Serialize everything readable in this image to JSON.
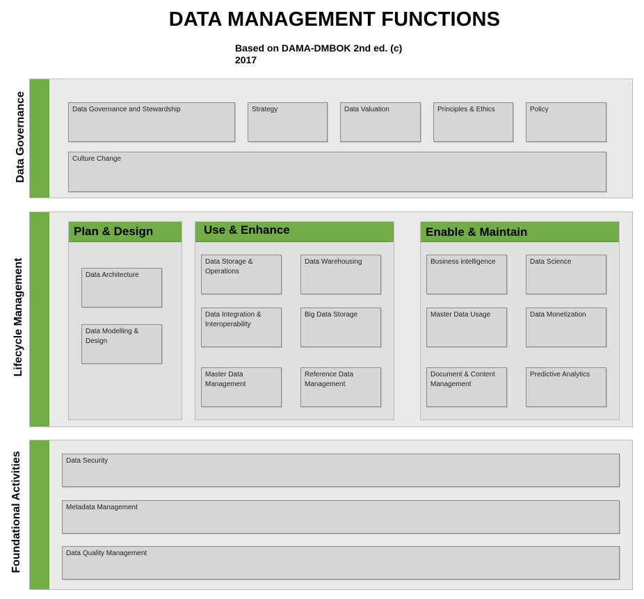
{
  "header": {
    "title": "DATA MANAGEMENT FUNCTIONS",
    "subtitle_line1": "Based on DAMA-DMBOK 2nd ed. (c)",
    "subtitle_line2": "2017"
  },
  "colors": {
    "accent": "#70ad47",
    "section_bg": "#e9e9e9",
    "box_bg": "#d6d6d6"
  },
  "governance": {
    "label": "Data Governance",
    "items": [
      "Data Governance and Stewardship",
      "Strategy",
      "Data Valuation",
      "Principles & Ethics",
      "Policy",
      "Culture Change"
    ]
  },
  "lifecycle": {
    "label": "Lifecycle Management",
    "plan": {
      "title": "Plan & Design",
      "items": [
        "Data Architecture",
        "Data Modelling & Design"
      ]
    },
    "use": {
      "title": "Use & Enhance",
      "items": [
        "Data Storage & Operations",
        "Data Warehousing",
        "Data Integration & Interoperability",
        "Big Data Storage",
        "Master Data Management",
        "Reference Data Management"
      ]
    },
    "enable": {
      "title": "Enable & Maintain",
      "items": [
        "Business intelligence",
        "Data Science",
        "Master Data Usage",
        "Data Monetization",
        "Document & Content Management",
        "Predictive Analytics"
      ]
    }
  },
  "foundational": {
    "label": "Foundational Activities",
    "items": [
      "Data Security",
      "Metadata Management",
      "Data Quality Management"
    ]
  }
}
